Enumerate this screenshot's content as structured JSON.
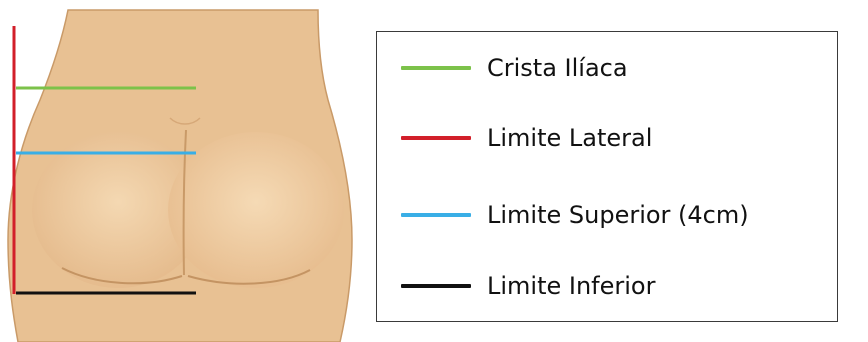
{
  "legend": {
    "items": [
      {
        "key": "crista",
        "label": "Crista Ilíaca",
        "color": "#7cc24a"
      },
      {
        "key": "lateral",
        "label": "Limite Lateral",
        "color": "#d21f2a"
      },
      {
        "key": "superior",
        "label": "Limite Superior (4cm)",
        "color": "#39aee6"
      },
      {
        "key": "inferior",
        "label": "Limite Inferior",
        "color": "#111111"
      }
    ]
  },
  "colors": {
    "skin": "#e9c395",
    "skin_light": "#f2d3ab",
    "skin_shadow": "#c89a6d",
    "outline": "#b78957"
  },
  "illustration": {
    "subject": "buttocks-rear-view",
    "markers": [
      "crista",
      "superior",
      "inferior",
      "lateral"
    ]
  }
}
